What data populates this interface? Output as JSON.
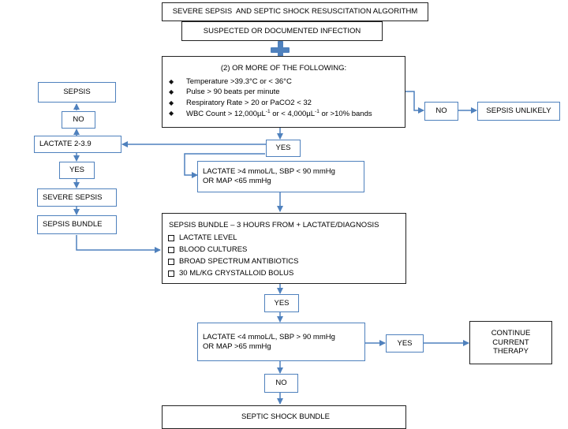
{
  "title": "SEVERE SEPSIS  AND SEPTIC SHOCK RESUSCITATION ALGORITHM",
  "suspected": "SUSPECTED OR DOCUMENTED INFECTION",
  "criteria": {
    "heading": "(2) OR MORE OF THE FOLLOWING:",
    "bullet_glyph": "◆",
    "items": [
      "Temperature >39.3°C or < 36°C",
      "Pulse > 90 beats per minute",
      "Respiratory Rate > 20 or PaCO2 < 32"
    ],
    "wbc": {
      "pre": "WBC Count > 12,000µL",
      "sup1": "-1",
      "mid": " or < 4,000µL",
      "sup2": "-1",
      "post": " or >10% bands"
    }
  },
  "no_right": "NO",
  "sepsis_unlikely": "SEPSIS UNLIKELY",
  "yes_1": "YES",
  "lactate_high": "LACTATE >4 mmoL/L, SBP < 90 mmHg OR MAP <65 mmHg",
  "left_column": {
    "sepsis": "SEPSIS",
    "no": "NO",
    "lactate_mid": "LACTATE 2-3.9",
    "yes": "YES",
    "severe_sepsis": "SEVERE SEPSIS",
    "sepsis_bundle": "SEPSIS BUNDLE"
  },
  "bundle": {
    "title": "SEPSIS BUNDLE – 3 HOURS FROM + LACTATE/DIAGNOSIS",
    "items": [
      "LACTATE LEVEL",
      "BLOOD CULTURES",
      "BROAD SPECTRUM ANTIBIOTICS",
      "30 ML/KG CRYSTALLOID BOLUS"
    ]
  },
  "yes_2": "YES",
  "lactate_low": "LACTATE <4 mmoL/L, SBP > 90 mmHg OR MAP >65 mmHg",
  "yes_3": "YES",
  "continue": "CONTINUE CURRENT THERAPY",
  "no_bottom": "NO",
  "septic_shock_bundle": "SEPTIC SHOCK BUNDLE",
  "colors": {
    "arrow": "#4f81bd",
    "box_border_blue": "#4f81bd",
    "box_border_black": "#222222"
  }
}
